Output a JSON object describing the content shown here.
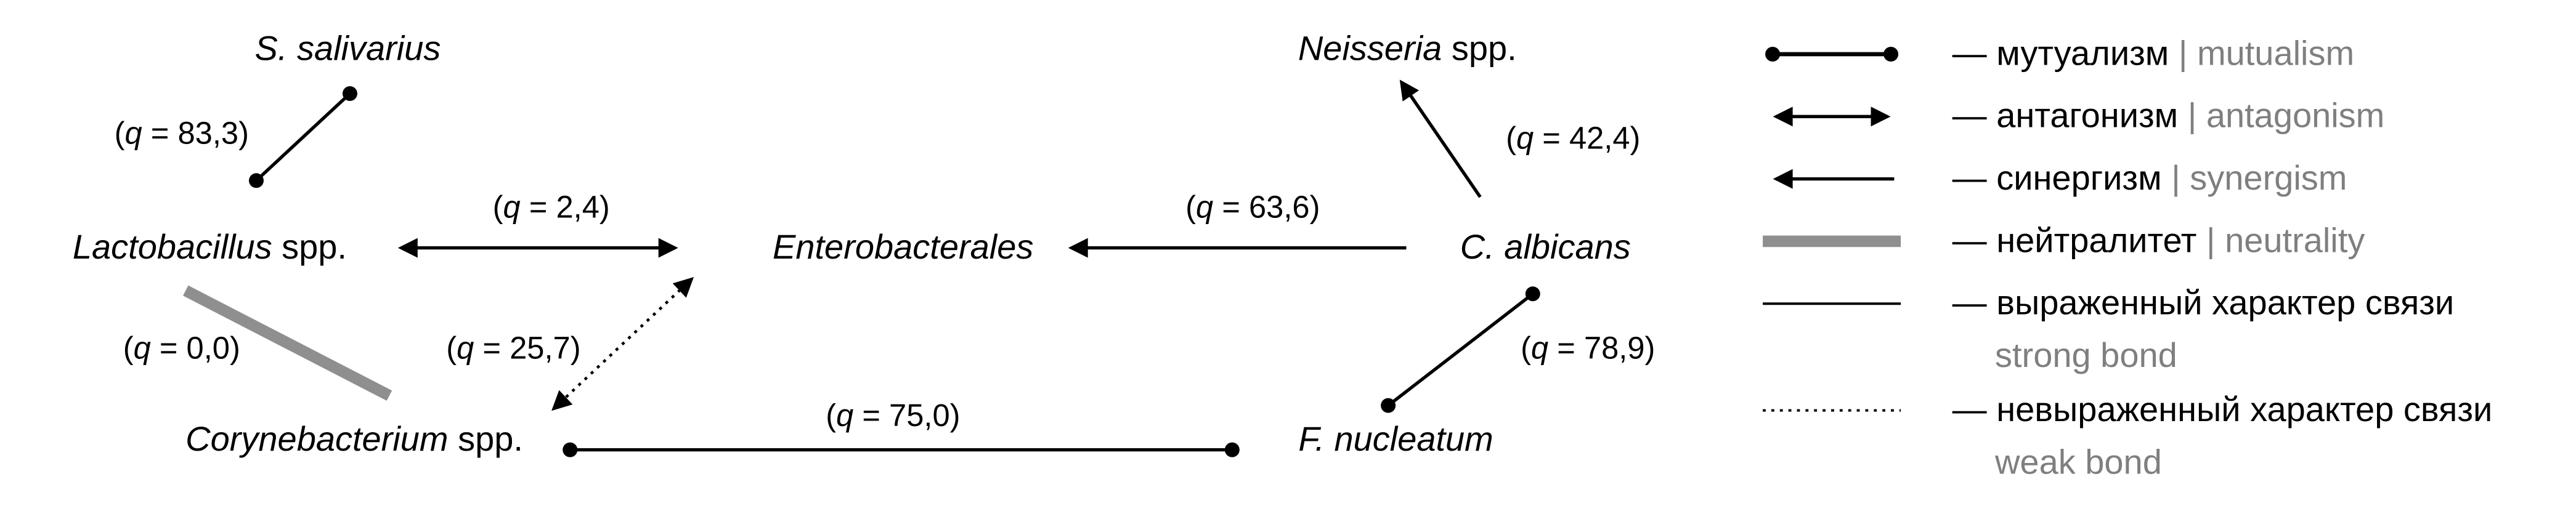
{
  "colors": {
    "text": "#000000",
    "muted_text": "#7f7f7f",
    "neutrality_line": "#8f8f8f"
  },
  "nodes": {
    "s_salivarius": {
      "italic": "S. salivarius",
      "roman": ""
    },
    "neisseria": {
      "italic": "Neisseria",
      "roman": " spp."
    },
    "lactobacillus": {
      "italic": "Lactobacillus",
      "roman": " spp."
    },
    "enterobacterales": {
      "italic": "Enterobacterales",
      "roman": ""
    },
    "c_albicans": {
      "italic": "C. albicans",
      "roman": ""
    },
    "corynebacterium": {
      "italic": "Corynebacterium",
      "roman": " spp."
    },
    "f_nucleatum": {
      "italic": "F. nucleatum",
      "roman": ""
    }
  },
  "edges": {
    "salivarius_lactobacillus": {
      "relation": "mutualism",
      "bond": "strong",
      "q_pre": "(",
      "q_sym": "q",
      "q_post": " = 83,3)"
    },
    "lactobacillus_enterobacterales": {
      "relation": "antagonism",
      "bond": "strong",
      "q_pre": "(",
      "q_sym": "q",
      "q_post": " = 2,4)"
    },
    "calbicans_enterobacterales": {
      "relation": "synergism",
      "bond": "strong",
      "q_pre": "(",
      "q_sym": "q",
      "q_post": " = 63,6)"
    },
    "calbicans_neisseria": {
      "relation": "synergism",
      "bond": "strong",
      "q_pre": "(",
      "q_sym": "q",
      "q_post": " = 42,4)"
    },
    "lactobacillus_corynebacterium": {
      "relation": "neutrality",
      "bond": "strong",
      "q_pre": "(",
      "q_sym": "q",
      "q_post": " = 0,0)"
    },
    "corynebacterium_enterobacterales": {
      "relation": "antagonism",
      "bond": "weak",
      "q_pre": "(",
      "q_sym": "q",
      "q_post": " = 25,7)"
    },
    "corynebacterium_fnucleatum": {
      "relation": "mutualism",
      "bond": "strong",
      "q_pre": "(",
      "q_sym": "q",
      "q_post": " = 75,0)"
    },
    "calbicans_fnucleatum": {
      "relation": "mutualism",
      "bond": "strong",
      "q_pre": "(",
      "q_sym": "q",
      "q_post": " = 78,9)"
    }
  },
  "legend": {
    "dash": "— ",
    "items": [
      {
        "ru": "мутуализм",
        "sep": " | ",
        "en": "mutualism"
      },
      {
        "ru": "антагонизм",
        "sep": " | ",
        "en": "antagonism"
      },
      {
        "ru": "синергизм",
        "sep": " | ",
        "en": "synergism"
      },
      {
        "ru": "нейтралитет",
        "sep": " | ",
        "en": "neutrality"
      },
      {
        "ru": "выраженный характер связи",
        "en": "strong bond"
      },
      {
        "ru": "невыраженный характер связи",
        "en": "weak bond"
      }
    ]
  }
}
